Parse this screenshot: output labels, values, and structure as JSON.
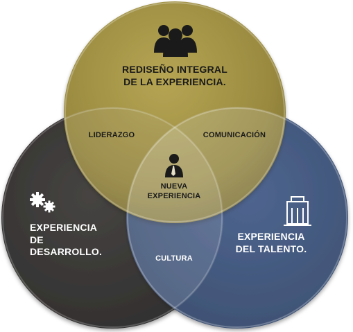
{
  "circles": {
    "top": {
      "icon": "group-of-people-icon",
      "line1": "REDISEÑO INTEGRAL",
      "line2": "DE LA EXPERIENCIA.",
      "color": "#9a8a3a"
    },
    "left": {
      "icon": "gears-icon",
      "line1": "EXPERIENCIA",
      "line2": "DE",
      "line3": "DESARROLLO.",
      "color": "#1f1d1c"
    },
    "right": {
      "icon": "building-icon",
      "line1": "EXPERIENCIA",
      "line2": "DEL TALENTO.",
      "color": "#1e3564"
    }
  },
  "intersections": {
    "top_left": "LIDERAZGO",
    "top_right": "COMUNICACIÓN",
    "left_right": "CULTURA"
  },
  "center": {
    "icon": "business-person-icon",
    "line1": "NUEVA",
    "line2": "EXPERIENCIA"
  }
}
